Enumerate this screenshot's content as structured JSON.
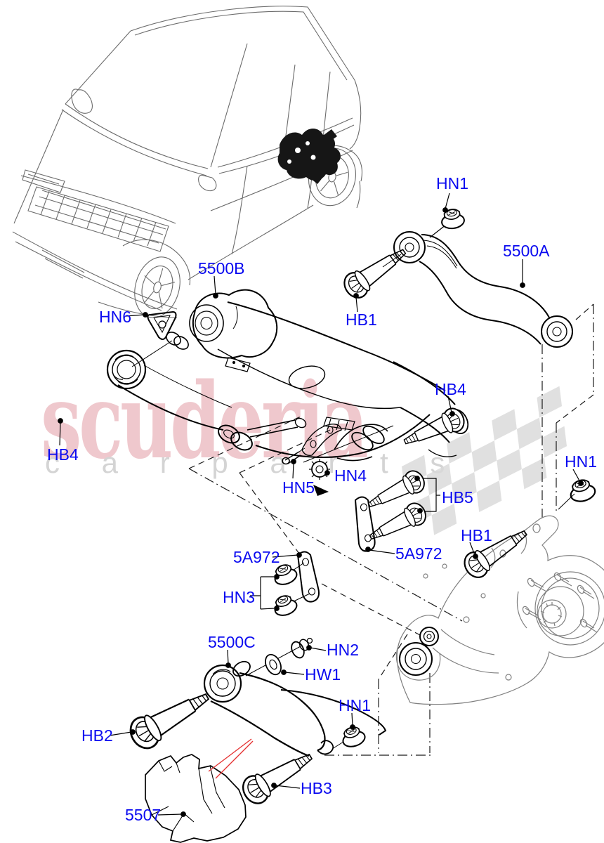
{
  "watermark": {
    "brand": "scuderia",
    "tagline": "c a r   p a r t s"
  },
  "colors": {
    "label_blue": "#0a0af0",
    "watermark_pink": "#eec3c8",
    "watermark_gray": "#d4d4d4",
    "flag_gray": "#d9d9d9",
    "arrow_red": "#e53030",
    "part_line": "#000000",
    "vehicle_line": "#6b6b6b"
  },
  "labels": {
    "hn1_top": "HN1",
    "p5500a": "5500A",
    "hb1_left": "HB1",
    "p5500b": "5500B",
    "hn6": "HN6",
    "hb4_left": "HB4",
    "hn5": "HN5",
    "hn4": "HN4",
    "hb5": "HB5",
    "hb4_right": "HB4",
    "hn1_right": "HN1",
    "hb1_right": "HB1",
    "p5a972_left": "5A972",
    "p5a972_right": "5A972",
    "hn3": "HN3",
    "p5500c": "5500C",
    "hn2": "HN2",
    "hw1": "HW1",
    "hn1_bottom": "HN1",
    "hb2": "HB2",
    "hb3": "HB3",
    "p5507": "5507"
  }
}
